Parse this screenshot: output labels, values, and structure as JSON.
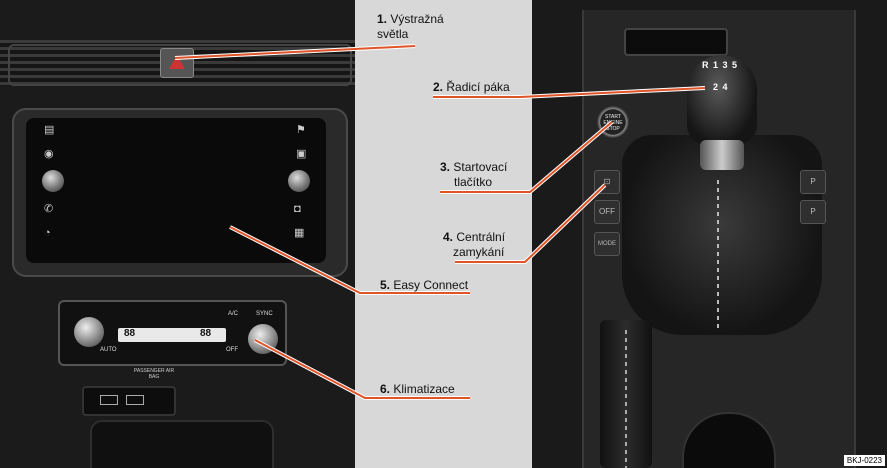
{
  "callouts": [
    {
      "num": "1.",
      "text_line1": "Výstražná",
      "text_line2": "světla"
    },
    {
      "num": "2.",
      "text_line1": "Řadicí páka"
    },
    {
      "num": "3.",
      "text_line1": "Startovací",
      "text_line2": "tlačítko"
    },
    {
      "num": "4.",
      "text_line1": "Centrální",
      "text_line2": "zamykání"
    },
    {
      "num": "5.",
      "text_line1": "Easy Connect"
    },
    {
      "num": "6.",
      "text_line1": "Klimatizace"
    }
  ],
  "image_code": "BKJ-0223",
  "climate_panel": {
    "auto_label": "AUTO",
    "off_label": "OFF",
    "ac_label": "A/C",
    "sync_label": "SYNC",
    "temp_left": "88",
    "temp_right": "88",
    "passenger_airbag": "PASSENGER AIR BAG"
  },
  "start_button": {
    "line1": "START",
    "line2": "ENGINE",
    "line3": "STOP"
  },
  "gear_pattern": {
    "row1": "R 1 3 5",
    "row2": "2 4"
  },
  "side_buttons": {
    "mode": "MODE",
    "off": "OFF"
  },
  "colors": {
    "leader_line": "#e0542a",
    "background_center": "#d8d8d8"
  }
}
